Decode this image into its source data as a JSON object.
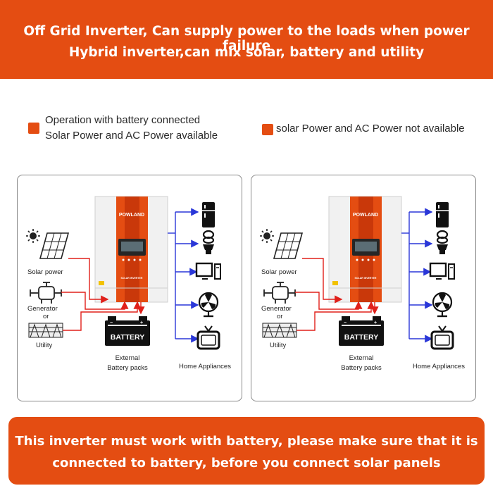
{
  "header": {
    "line1": "Off Grid Inverter, Can supply power to the loads when power failure",
    "line2": "Hybrid inverter,can mix solar, battery and utility"
  },
  "legend": {
    "item1": {
      "line1": "Operation with battery connected",
      "line2": "Solar Power and AC Power available"
    },
    "item2": {
      "line1": "solar Power and AC Power not available"
    }
  },
  "diagram": {
    "brand": "POWLAND",
    "model": "SOLAR INVERTER",
    "solar_label": "Solar power",
    "generator_label": "Generator",
    "or_label": "or",
    "utility_label": "Utility",
    "battery_label": "BATTERY",
    "external_line1": "External",
    "external_line2": "Battery packs",
    "appliances_label": "Home Appliances"
  },
  "footer": {
    "line1": "This inverter must work with battery, please make sure that it is",
    "line2": "connected to battery,   before you connect solar panels"
  },
  "colors": {
    "accent": "#e44d12",
    "flow_red": "#e0201a",
    "flow_blue": "#2a37d8"
  },
  "icons": [
    "sun-icon",
    "solar-panel-icon",
    "generator-icon",
    "utility-tower-icon",
    "inverter-icon",
    "battery-icon",
    "fridge-icon",
    "bulb-icon",
    "computer-icon",
    "fan-icon",
    "tv-icon"
  ]
}
